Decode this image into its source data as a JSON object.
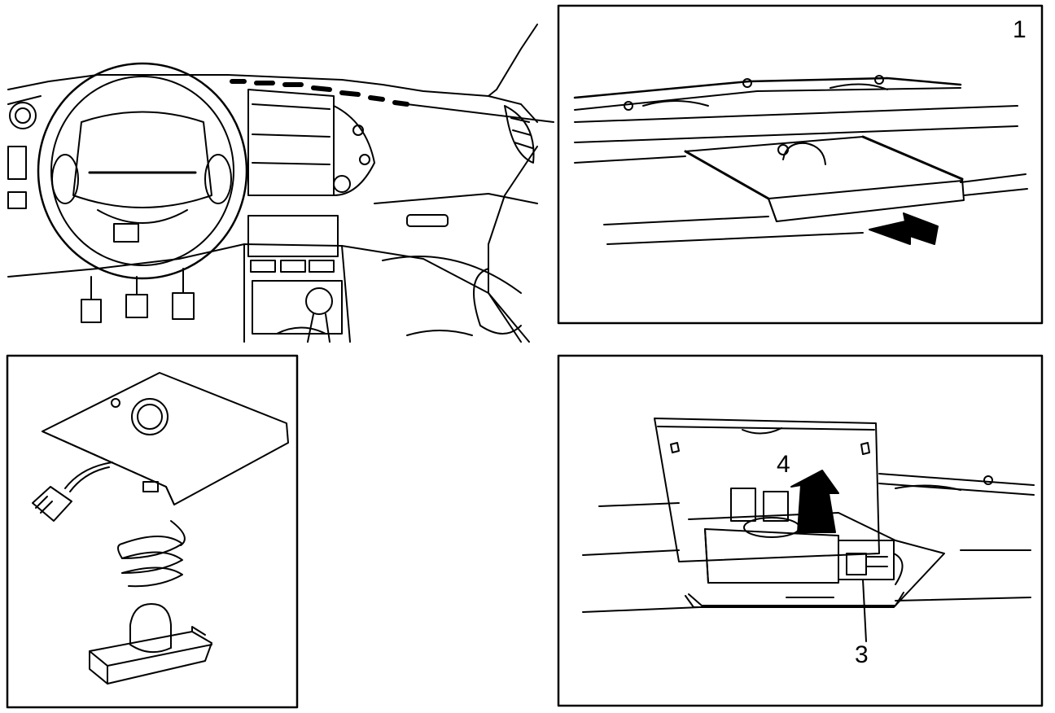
{
  "figure": {
    "panels": [
      {
        "id": "overview",
        "label": "",
        "subject": "dashboard-interior"
      },
      {
        "id": "step-1",
        "label": "1",
        "subject": "lamp-cover-slide-out"
      },
      {
        "id": "parts",
        "label": "",
        "subject": "lamp-assembly-parts"
      },
      {
        "id": "step-2",
        "label": "",
        "subject": "lamp-removal"
      }
    ],
    "callouts": {
      "panel1_number": "1",
      "label_4": "4",
      "label_3": "3"
    },
    "colors": {
      "line": "#000000",
      "background": "#ffffff",
      "arrow": "#000000"
    }
  }
}
